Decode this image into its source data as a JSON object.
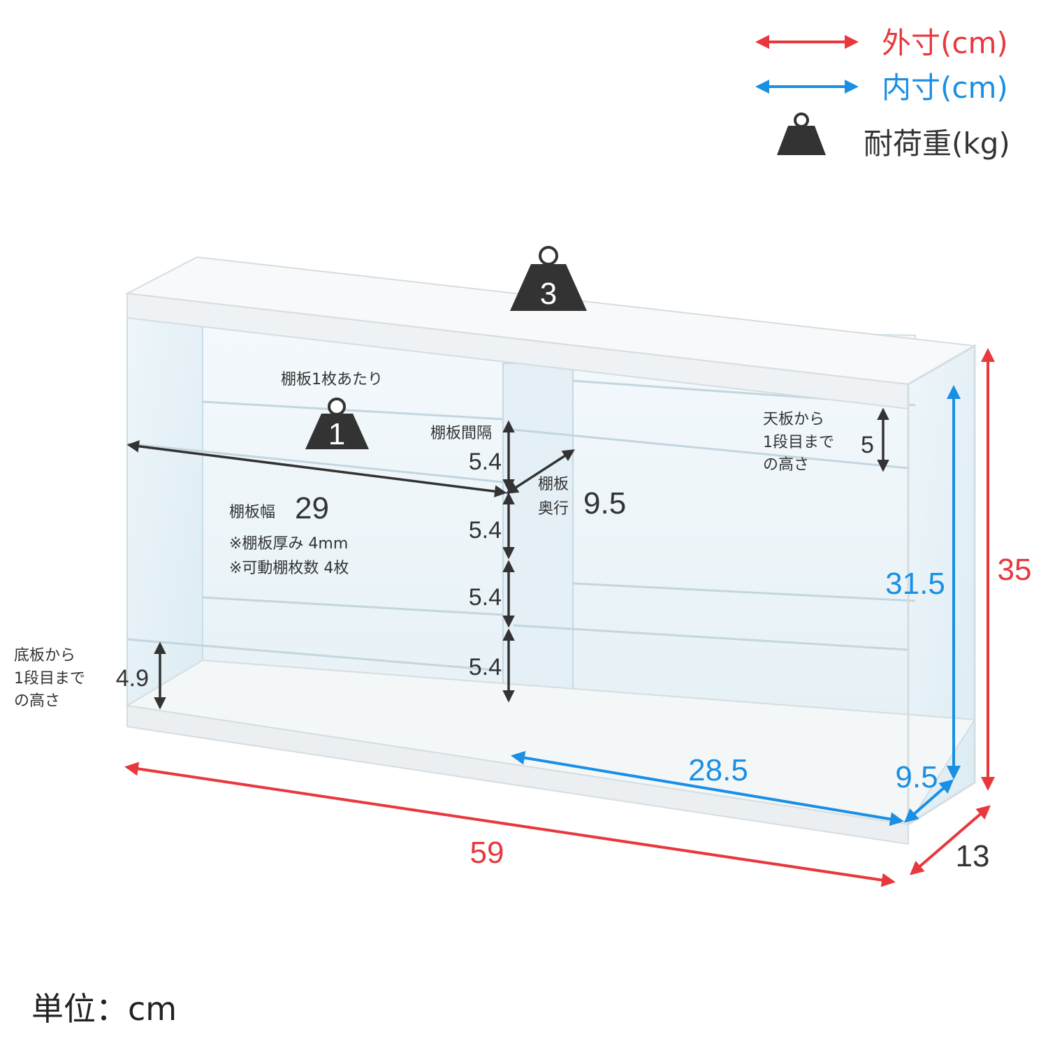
{
  "legend": {
    "outer": {
      "label": "外寸(cm)",
      "color": "#e8383d"
    },
    "inner": {
      "label": "内寸(cm)",
      "color": "#1a8fe3"
    },
    "load": {
      "label": "耐荷重(kg)",
      "color": "#333333"
    }
  },
  "top_load": "3",
  "shelf_load": {
    "caption": "棚板1枚あたり",
    "value": "1"
  },
  "shelf_interval": {
    "label": "棚板間隔",
    "values": [
      "5.4",
      "5.4",
      "5.4",
      "5.4"
    ]
  },
  "shelf_depth": {
    "line1": "棚板",
    "line2": "奥行",
    "value": "9.5"
  },
  "shelf_width": {
    "label": "棚板幅",
    "value": "29"
  },
  "notes": [
    "※棚板厚み 4mm",
    "※可動棚枚数 4枚"
  ],
  "from_top": {
    "lines": [
      "天板から",
      "1段目まで",
      "の高さ"
    ],
    "value": "5"
  },
  "from_bottom": {
    "lines": [
      "底板から",
      "1段目まで",
      "の高さ"
    ],
    "value": "4.9"
  },
  "outer_dims": {
    "width": "59",
    "height": "35",
    "depth": "13"
  },
  "inner_dims": {
    "width": "28.5",
    "height": "31.5",
    "depth": "9.5"
  },
  "unit_label": "単位：cm"
}
